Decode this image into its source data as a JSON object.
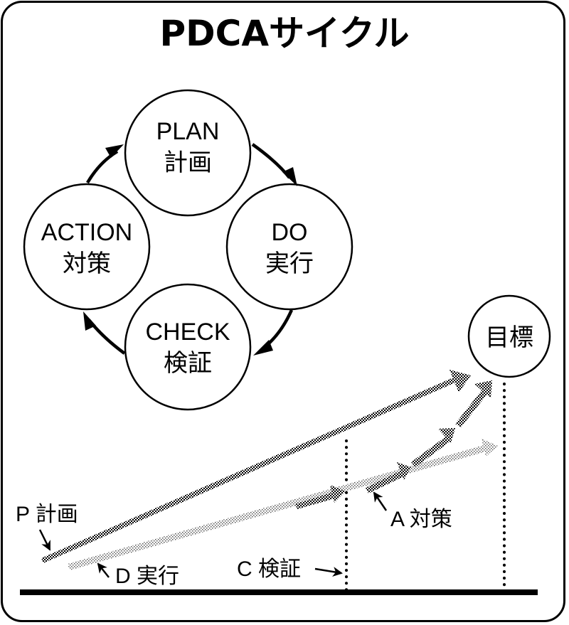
{
  "title": "PDCAサイクル",
  "cycle": {
    "nodes": [
      {
        "id": "plan",
        "en": "PLAN",
        "ja": "計画"
      },
      {
        "id": "do",
        "en": "DO",
        "ja": "実行"
      },
      {
        "id": "check",
        "en": "CHECK",
        "ja": "検証"
      },
      {
        "id": "action",
        "en": "ACTION",
        "ja": "対策"
      }
    ],
    "direction": "clockwise"
  },
  "timeline": {
    "goal_label": "目標",
    "annotations": {
      "plan": "P 計画",
      "do": "D 実行",
      "check": "C 検証",
      "action": "A 対策"
    }
  },
  "colors": {
    "ink": "#000000",
    "background": "#ffffff",
    "plan_arrow": "#333333",
    "do_arrow": "#aaaaaa",
    "action_arrow": "#222222"
  }
}
